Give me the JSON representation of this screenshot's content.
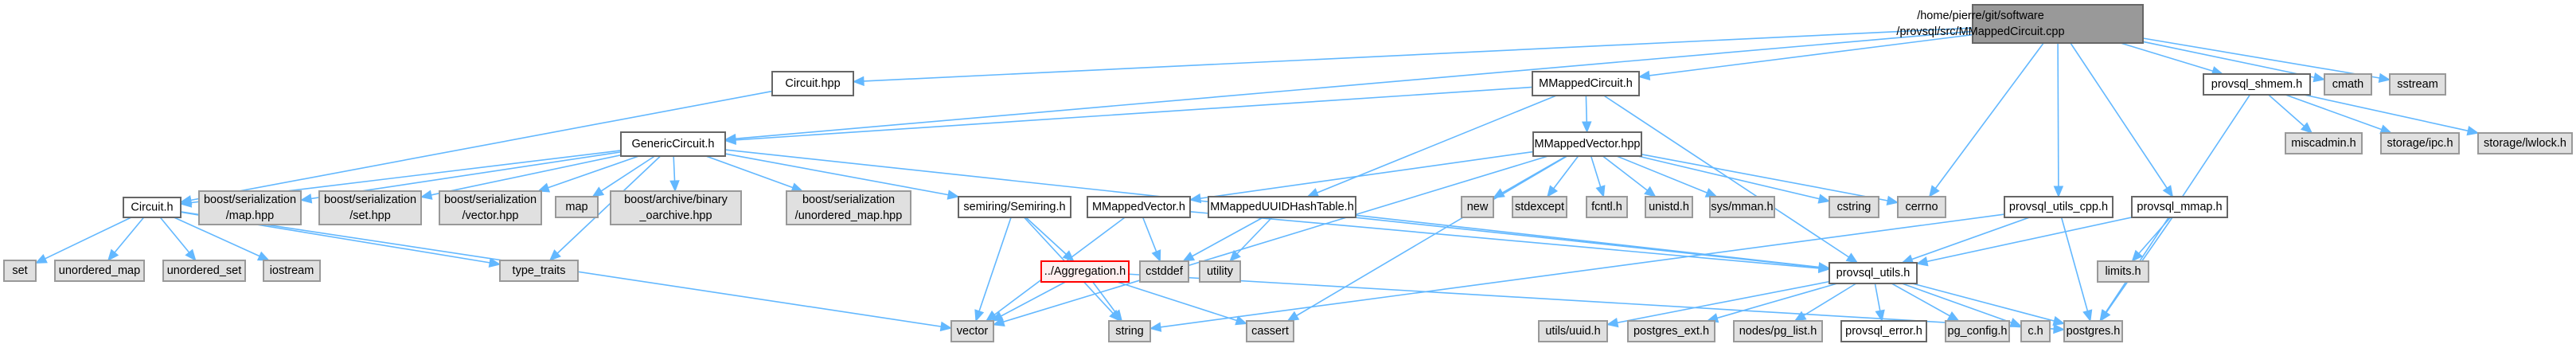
{
  "title": "Include dependency graph for /home/pierre/git/software/provsql/src/MMappedCircuit.cpp",
  "colors": {
    "edge": "#63b8ff",
    "root_fill": "#999999",
    "local_fill": "#ffffff",
    "system_fill": "#e0e0e0",
    "missing_fill": "#fff0f0",
    "missing_border": "#ff0000"
  },
  "nodes": [
    {
      "id": "root",
      "kind": "root",
      "lines": [
        "/home/pierre/git/software",
        "/provsql/src/MMappedCircuit.cpp"
      ]
    },
    {
      "id": "circuit_hpp",
      "kind": "local",
      "lines": [
        "Circuit.hpp"
      ]
    },
    {
      "id": "mmappedcircuit_h",
      "kind": "local",
      "lines": [
        "MMappedCircuit.h"
      ]
    },
    {
      "id": "provsql_shmem_h",
      "kind": "local",
      "lines": [
        "provsql_shmem.h"
      ]
    },
    {
      "id": "cmath",
      "kind": "system",
      "lines": [
        "cmath"
      ]
    },
    {
      "id": "sstream",
      "kind": "system",
      "lines": [
        "sstream"
      ]
    },
    {
      "id": "genericcircuit_h",
      "kind": "local",
      "lines": [
        "GenericCircuit.h"
      ]
    },
    {
      "id": "mmappedvector_hpp",
      "kind": "local",
      "lines": [
        "MMappedVector.hpp"
      ]
    },
    {
      "id": "miscadmin_h",
      "kind": "system",
      "lines": [
        "miscadmin.h"
      ]
    },
    {
      "id": "storage_ipc_h",
      "kind": "system",
      "lines": [
        "storage/ipc.h"
      ]
    },
    {
      "id": "storage_lwlock_h",
      "kind": "system",
      "lines": [
        "storage/lwlock.h"
      ]
    },
    {
      "id": "circuit_h",
      "kind": "local",
      "lines": [
        "Circuit.h"
      ]
    },
    {
      "id": "boost_map",
      "kind": "system",
      "lines": [
        "boost/serialization",
        "/map.hpp"
      ]
    },
    {
      "id": "boost_set",
      "kind": "system",
      "lines": [
        "boost/serialization",
        "/set.hpp"
      ]
    },
    {
      "id": "boost_vector",
      "kind": "system",
      "lines": [
        "boost/serialization",
        "/vector.hpp"
      ]
    },
    {
      "id": "map",
      "kind": "system",
      "lines": [
        "map"
      ]
    },
    {
      "id": "boost_binary",
      "kind": "system",
      "lines": [
        "boost/archive/binary",
        "_oarchive.hpp"
      ]
    },
    {
      "id": "boost_umap",
      "kind": "system",
      "lines": [
        "boost/serialization",
        "/unordered_map.hpp"
      ]
    },
    {
      "id": "semiring_h",
      "kind": "local",
      "lines": [
        "semiring/Semiring.h"
      ]
    },
    {
      "id": "mmappedvector_h",
      "kind": "local",
      "lines": [
        "MMappedVector.h"
      ]
    },
    {
      "id": "mmappeduuid_h",
      "kind": "local",
      "lines": [
        "MMappedUUIDHashTable.h"
      ]
    },
    {
      "id": "new",
      "kind": "system",
      "lines": [
        "new"
      ]
    },
    {
      "id": "stdexcept",
      "kind": "system",
      "lines": [
        "stdexcept"
      ]
    },
    {
      "id": "fcntl_h",
      "kind": "system",
      "lines": [
        "fcntl.h"
      ]
    },
    {
      "id": "unistd_h",
      "kind": "system",
      "lines": [
        "unistd.h"
      ]
    },
    {
      "id": "sys_mman_h",
      "kind": "system",
      "lines": [
        "sys/mman.h"
      ]
    },
    {
      "id": "cstring",
      "kind": "system",
      "lines": [
        "cstring"
      ]
    },
    {
      "id": "cerrno",
      "kind": "system",
      "lines": [
        "cerrno"
      ]
    },
    {
      "id": "provsql_utils_cpp_h",
      "kind": "local",
      "lines": [
        "provsql_utils_cpp.h"
      ]
    },
    {
      "id": "provsql_mmap_h",
      "kind": "local",
      "lines": [
        "provsql_mmap.h"
      ]
    },
    {
      "id": "set",
      "kind": "system",
      "lines": [
        "set"
      ]
    },
    {
      "id": "unordered_map",
      "kind": "system",
      "lines": [
        "unordered_map"
      ]
    },
    {
      "id": "unordered_set",
      "kind": "system",
      "lines": [
        "unordered_set"
      ]
    },
    {
      "id": "iostream",
      "kind": "system",
      "lines": [
        "iostream"
      ]
    },
    {
      "id": "type_traits",
      "kind": "system",
      "lines": [
        "type_traits"
      ]
    },
    {
      "id": "aggregation_h",
      "kind": "missing",
      "lines": [
        "../Aggregation.h"
      ]
    },
    {
      "id": "cstddef",
      "kind": "system",
      "lines": [
        "cstddef"
      ]
    },
    {
      "id": "utility",
      "kind": "system",
      "lines": [
        "utility"
      ]
    },
    {
      "id": "provsql_utils_h",
      "kind": "local",
      "lines": [
        "provsql_utils.h"
      ]
    },
    {
      "id": "limits_h",
      "kind": "system",
      "lines": [
        "limits.h"
      ]
    },
    {
      "id": "vector",
      "kind": "system",
      "lines": [
        "vector"
      ]
    },
    {
      "id": "string",
      "kind": "system",
      "lines": [
        "string"
      ]
    },
    {
      "id": "cassert",
      "kind": "system",
      "lines": [
        "cassert"
      ]
    },
    {
      "id": "utils_uuid_h",
      "kind": "system",
      "lines": [
        "utils/uuid.h"
      ]
    },
    {
      "id": "postgres_ext_h",
      "kind": "system",
      "lines": [
        "postgres_ext.h"
      ]
    },
    {
      "id": "nodes_pg_list_h",
      "kind": "system",
      "lines": [
        "nodes/pg_list.h"
      ]
    },
    {
      "id": "provsql_error_h",
      "kind": "local",
      "lines": [
        "provsql_error.h"
      ]
    },
    {
      "id": "pg_config_h",
      "kind": "system",
      "lines": [
        "pg_config.h"
      ]
    },
    {
      "id": "c_h",
      "kind": "system",
      "lines": [
        "c.h"
      ]
    },
    {
      "id": "postgres_h",
      "kind": "system",
      "lines": [
        "postgres.h"
      ]
    }
  ],
  "edges": [
    [
      "root",
      "circuit_hpp"
    ],
    [
      "root",
      "mmappedcircuit_h"
    ],
    [
      "root",
      "genericcircuit_h"
    ],
    [
      "root",
      "provsql_shmem_h"
    ],
    [
      "root",
      "cmath"
    ],
    [
      "root",
      "sstream"
    ],
    [
      "root",
      "cerrno"
    ],
    [
      "root",
      "provsql_utils_cpp_h"
    ],
    [
      "root",
      "provsql_mmap_h"
    ],
    [
      "circuit_hpp",
      "circuit_h"
    ],
    [
      "mmappedcircuit_h",
      "genericcircuit_h"
    ],
    [
      "mmappedcircuit_h",
      "mmappedvector_hpp"
    ],
    [
      "mmappedcircuit_h",
      "mmappeduuid_h"
    ],
    [
      "mmappedcircuit_h",
      "provsql_utils_h"
    ],
    [
      "provsql_shmem_h",
      "miscadmin_h"
    ],
    [
      "provsql_shmem_h",
      "storage_ipc_h"
    ],
    [
      "provsql_shmem_h",
      "storage_lwlock_h"
    ],
    [
      "provsql_shmem_h",
      "postgres_h"
    ],
    [
      "genericcircuit_h",
      "circuit_h"
    ],
    [
      "genericcircuit_h",
      "boost_map"
    ],
    [
      "genericcircuit_h",
      "boost_set"
    ],
    [
      "genericcircuit_h",
      "boost_vector"
    ],
    [
      "genericcircuit_h",
      "map"
    ],
    [
      "genericcircuit_h",
      "boost_binary"
    ],
    [
      "genericcircuit_h",
      "boost_umap"
    ],
    [
      "genericcircuit_h",
      "semiring_h"
    ],
    [
      "genericcircuit_h",
      "type_traits"
    ],
    [
      "genericcircuit_h",
      "provsql_utils_h"
    ],
    [
      "mmappedvector_hpp",
      "mmappedvector_h"
    ],
    [
      "mmappedvector_hpp",
      "new"
    ],
    [
      "mmappedvector_hpp",
      "stdexcept"
    ],
    [
      "mmappedvector_hpp",
      "fcntl_h"
    ],
    [
      "mmappedvector_hpp",
      "unistd_h"
    ],
    [
      "mmappedvector_hpp",
      "sys_mman_h"
    ],
    [
      "mmappedvector_hpp",
      "cstring"
    ],
    [
      "mmappedvector_hpp",
      "cerrno"
    ],
    [
      "mmappedvector_hpp",
      "cassert"
    ],
    [
      "mmappedvector_hpp",
      "vector"
    ],
    [
      "circuit_h",
      "set"
    ],
    [
      "circuit_h",
      "unordered_map"
    ],
    [
      "circuit_h",
      "unordered_set"
    ],
    [
      "circuit_h",
      "iostream"
    ],
    [
      "circuit_h",
      "type_traits"
    ],
    [
      "circuit_h",
      "vector"
    ],
    [
      "semiring_h",
      "vector"
    ],
    [
      "semiring_h",
      "string"
    ],
    [
      "semiring_h",
      "aggregation_h"
    ],
    [
      "mmappedvector_h",
      "vector"
    ],
    [
      "mmappedvector_h",
      "cstddef"
    ],
    [
      "mmappedvector_h",
      "provsql_utils_h"
    ],
    [
      "mmappeduuid_h",
      "cstddef"
    ],
    [
      "mmappeduuid_h",
      "utility"
    ],
    [
      "mmappeduuid_h",
      "provsql_utils_h"
    ],
    [
      "aggregation_h",
      "vector"
    ],
    [
      "aggregation_h",
      "string"
    ],
    [
      "aggregation_h",
      "cassert"
    ],
    [
      "aggregation_h",
      "postgres_h"
    ],
    [
      "provsql_utils_cpp_h",
      "string"
    ],
    [
      "provsql_utils_cpp_h",
      "provsql_utils_h"
    ],
    [
      "provsql_utils_cpp_h",
      "postgres_h"
    ],
    [
      "provsql_mmap_h",
      "provsql_utils_h"
    ],
    [
      "provsql_mmap_h",
      "limits_h"
    ],
    [
      "provsql_mmap_h",
      "postgres_h"
    ],
    [
      "provsql_utils_h",
      "utils_uuid_h"
    ],
    [
      "provsql_utils_h",
      "postgres_ext_h"
    ],
    [
      "provsql_utils_h",
      "nodes_pg_list_h"
    ],
    [
      "provsql_utils_h",
      "provsql_error_h"
    ],
    [
      "provsql_utils_h",
      "pg_config_h"
    ],
    [
      "provsql_utils_h",
      "c_h"
    ],
    [
      "provsql_utils_h",
      "postgres_h"
    ]
  ]
}
